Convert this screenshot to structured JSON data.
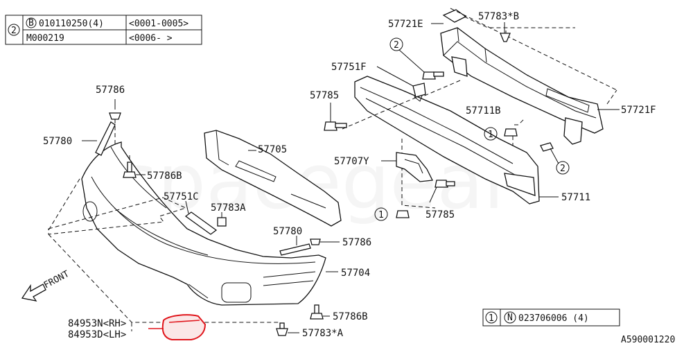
{
  "legend_top": {
    "ref": "2",
    "code_symbol": "B",
    "rows": [
      {
        "part": "010110250(4)",
        "range": "<0001-0005>"
      },
      {
        "part": "M000219",
        "range": "<0006-    >"
      }
    ]
  },
  "legend_bottom": {
    "ref": "1",
    "code_symbol": "N",
    "part": "023706006  (4)"
  },
  "labels": {
    "p57786_top": "57786",
    "p57780_left": "57780",
    "p57786b_left": "57786B",
    "p57751c": "57751C",
    "p57783a_mid": "57783A",
    "p57705": "57705",
    "p57780_right": "57780",
    "p57786_right": "57786",
    "p57704": "57704",
    "p57786b_bottom": "57786B",
    "p57783a_bottom": "57783*A",
    "p84953n": "84953N<RH>",
    "p84953d": "84953D<LH>",
    "p57721e": "57721E",
    "p57783b": "57783*B",
    "p57751f": "57751F",
    "p57785_top": "57785",
    "p57711b": "57711B",
    "p57721f": "57721F",
    "p57707y": "57707Y",
    "p57785_bottom": "57785",
    "p57711": "57711"
  },
  "callouts": {
    "c2_upper": "2",
    "c2_right": "2",
    "c1_right": "1",
    "c1_lower": "1"
  },
  "front_label": "FRONT",
  "figure_id": "A590001220",
  "watermark": "spacegear",
  "colors": {
    "line": "#111111",
    "highlight": "#e0151b"
  }
}
